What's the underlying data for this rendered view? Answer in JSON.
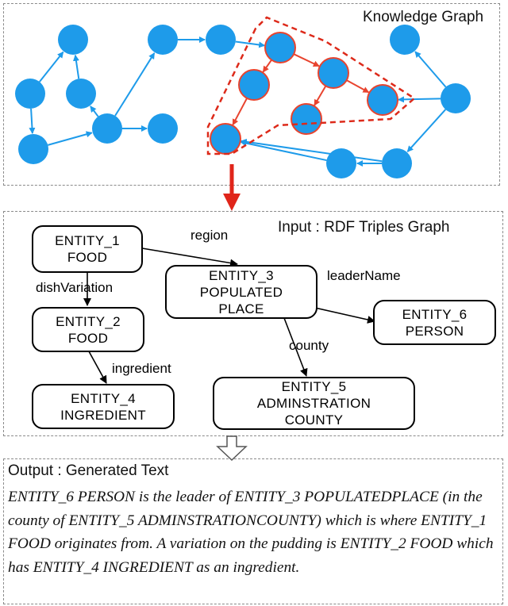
{
  "knowledge_graph": {
    "title": "Knowledge Graph"
  },
  "rdf_graph": {
    "title": "Input : RDF Triples Graph",
    "nodes": {
      "e1": {
        "line1": "ENTITY_1",
        "line2": "FOOD"
      },
      "e2": {
        "line1": "ENTITY_2",
        "line2": "FOOD"
      },
      "e3": {
        "line1": "ENTITY_3",
        "line2": "POPULATED",
        "line3": "PLACE"
      },
      "e4": {
        "line1": "ENTITY_4",
        "line2": "INGREDIENT"
      },
      "e5": {
        "line1": "ENTITY_5",
        "line2": "ADMINSTRATION",
        "line3": "COUNTY"
      },
      "e6": {
        "line1": "ENTITY_6",
        "line2": "PERSON"
      }
    },
    "edges": {
      "region": "region",
      "dish_variation": "dishVariation",
      "leader_name": "leaderName",
      "ingredient": "ingredient",
      "county": "county"
    }
  },
  "output": {
    "title": "Output : Generated Text",
    "text": "ENTITY_6 PERSON is the leader of ENTITY_3 POPULATEDPLACE (in the county of ENTITY_5 ADMINSTRATIONCOUNTY) which is where ENTITY_1 FOOD originates from. A variation on the pudding is ENTITY_2 FOOD which has ENTITY_4 INGREDIENT as an ingredient."
  },
  "colors": {
    "node_fill": "#1e9bea",
    "edge": "#1e9bea",
    "highlight_stroke": "#e8442f",
    "highlight_region": "#dd2a1a",
    "flow_arrow": "#e0251a"
  }
}
